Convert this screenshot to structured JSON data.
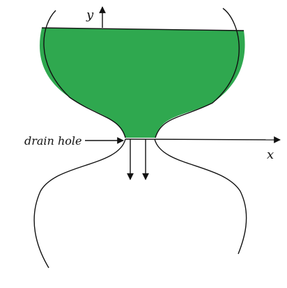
{
  "labels": {
    "y_axis": "y",
    "x_axis": "x",
    "drain_hole": "drain hole"
  },
  "colors": {
    "liquid": "#2fa84f",
    "stroke": "#111111",
    "background": "#ffffff"
  }
}
